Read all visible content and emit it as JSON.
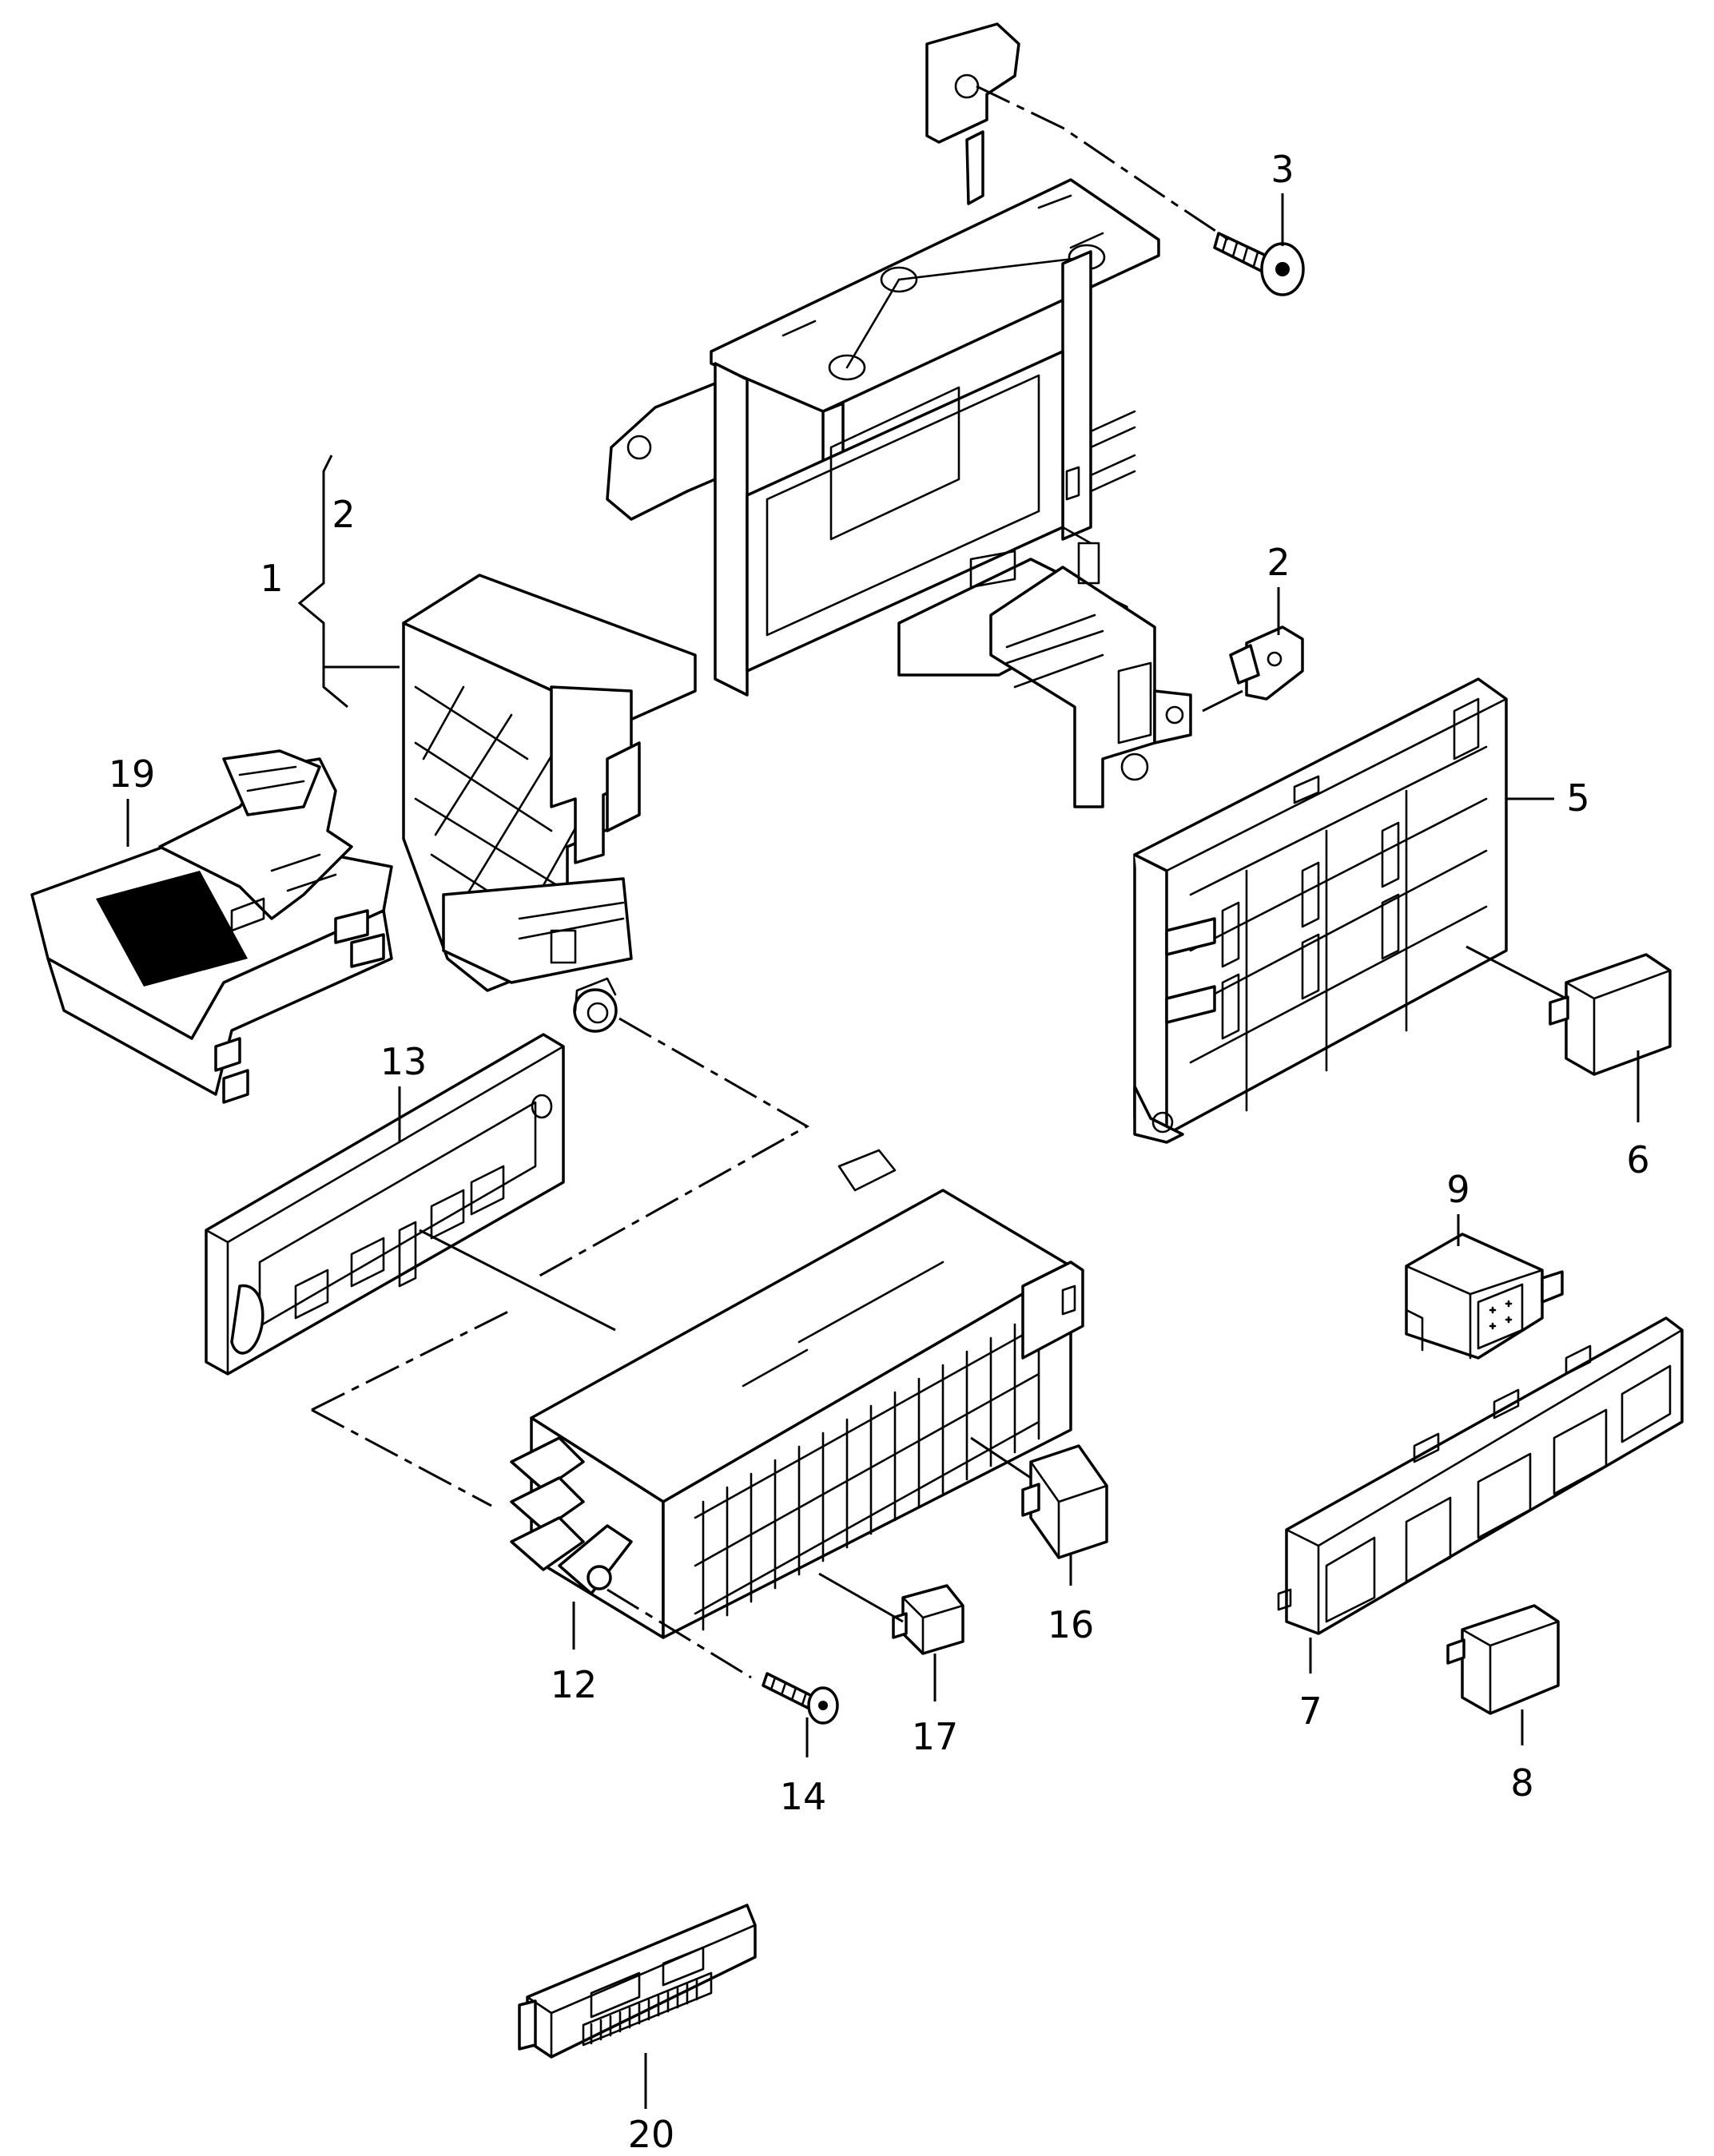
{
  "callouts": [
    {
      "id": "c1",
      "label": "1"
    },
    {
      "id": "c2a",
      "label": "2"
    },
    {
      "id": "c2b",
      "label": "2"
    },
    {
      "id": "c3",
      "label": "3"
    },
    {
      "id": "c5",
      "label": "5"
    },
    {
      "id": "c6",
      "label": "6"
    },
    {
      "id": "c7",
      "label": "7"
    },
    {
      "id": "c8",
      "label": "8"
    },
    {
      "id": "c9",
      "label": "9"
    },
    {
      "id": "c12",
      "label": "12"
    },
    {
      "id": "c13",
      "label": "13"
    },
    {
      "id": "c14",
      "label": "14"
    },
    {
      "id": "c16",
      "label": "16"
    },
    {
      "id": "c17",
      "label": "17"
    },
    {
      "id": "c19",
      "label": "19"
    },
    {
      "id": "c20",
      "label": "20"
    }
  ]
}
